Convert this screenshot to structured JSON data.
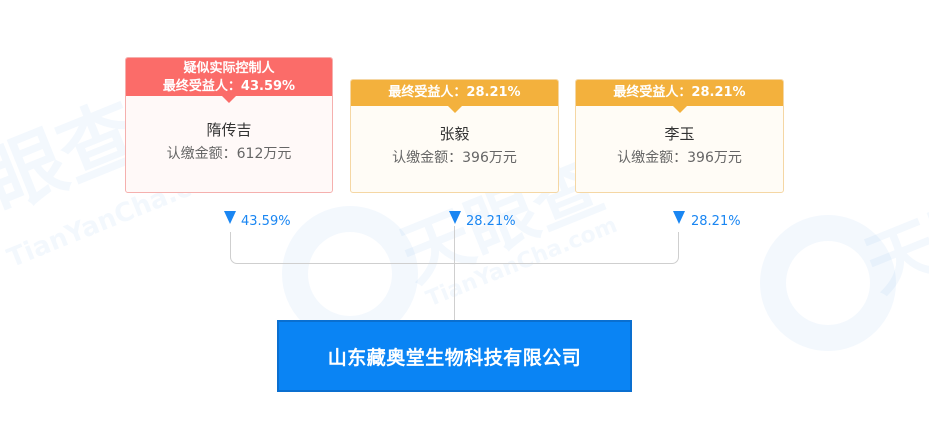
{
  "watermark": {
    "brand": "天眼查",
    "brand_fragment_left": "眼查",
    "pinyin": "TianYanCha.com"
  },
  "holders": [
    {
      "badge_line1": "疑似实际控制人",
      "badge_line2": "最终受益人：43.59%",
      "name": "隋传吉",
      "amount": "认缴金额：612万元",
      "edge_percent": "43.59%",
      "head_color": "#fb6c69"
    },
    {
      "badge_line1": "最终受益人：28.21%",
      "name": "张毅",
      "amount": "认缴金额：396万元",
      "edge_percent": "28.21%",
      "head_color": "#f3b13d"
    },
    {
      "badge_line1": "最终受益人：28.21%",
      "name": "李玉",
      "amount": "认缴金额：396万元",
      "edge_percent": "28.21%",
      "head_color": "#f3b13d"
    }
  ],
  "company": {
    "name": "山东藏奥堂生物科技有限公司",
    "color": "#0a84f4"
  },
  "colors": {
    "arrow": "#1a86f2",
    "line": "#cfcfcf"
  }
}
